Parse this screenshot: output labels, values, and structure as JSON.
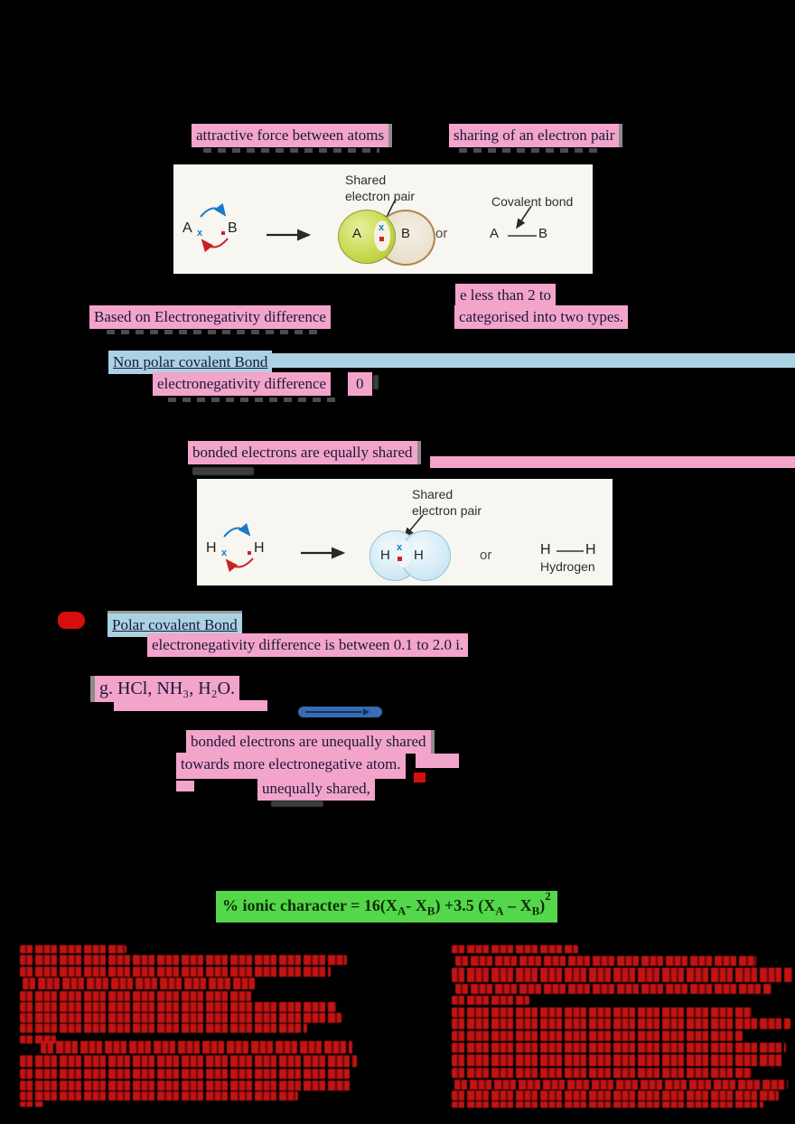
{
  "colors": {
    "pink": "#f3a4cb",
    "cyan": "#abd2e2",
    "green": "#55d74b",
    "redAccent": "#d60e0e",
    "scribble": "#c31313",
    "blueBar": "#3a6cb5",
    "ink": "#191938",
    "paper": "#f7f6f1"
  },
  "snippets": {
    "attractive": "attractive force between atoms",
    "sharing": "sharing of an electron pair",
    "less_than_2": "e less than 2 to",
    "based_on": "Based on Electronegativity difference",
    "categorised": "categorised into two types.",
    "nonpolar_heading": "Non polar covalent Bond",
    "en_difference": "electronegativity difference",
    "zero": "0",
    "equally_shared": "bonded electrons are equally shared",
    "polar_heading": "Polar covalent Bond",
    "polar_range": "electronegativity difference is between 0.1 to 2.0 i.",
    "examples": "g. HCl, NH₃, H₂O.",
    "unequally_shared": "bonded electrons are unequally shared",
    "towards_atom": "towards more electronegative atom.",
    "unequally_shared2": "unequally shared,"
  },
  "formula": {
    "parts": [
      {
        "t": "txt",
        "v": "% ionic character = 16(X"
      },
      {
        "t": "sub",
        "v": "A"
      },
      {
        "t": "txt",
        "v": "- X"
      },
      {
        "t": "sub",
        "v": "B"
      },
      {
        "t": "txt",
        "v": ") +3.5 (X"
      },
      {
        "t": "sub",
        "v": "A"
      },
      {
        "t": "txt",
        "v": " – X"
      },
      {
        "t": "sub",
        "v": "B"
      },
      {
        "t": "txt",
        "v": ")"
      },
      {
        "t": "sup",
        "v": "2"
      }
    ]
  },
  "diagram_generic": {
    "shared_l1": "Shared",
    "shared_l2": "electron pair",
    "or": "or"
  },
  "diagram1": {
    "atom_a": "A",
    "atom_b": "B",
    "x_mark": "x",
    "covalent_label": "Covalent bond"
  },
  "diagram2": {
    "atom": "H",
    "x_mark": "x",
    "molecule_name": "Hydrogen"
  },
  "red_notes": {
    "left_lines": [
      [
        22,
        1046,
        118,
        9
      ],
      [
        22,
        1057,
        362,
        11
      ],
      [
        22,
        1070,
        344,
        11
      ],
      [
        25,
        1082,
        260,
        13
      ],
      [
        22,
        1097,
        256,
        11
      ],
      [
        22,
        1109,
        350,
        11
      ],
      [
        22,
        1121,
        356,
        11
      ],
      [
        22,
        1133,
        318,
        10
      ],
      [
        22,
        1146,
        40,
        9
      ],
      [
        45,
        1152,
        345,
        14
      ],
      [
        22,
        1168,
        373,
        13
      ],
      [
        22,
        1183,
        368,
        11
      ],
      [
        22,
        1196,
        368,
        11
      ],
      [
        22,
        1208,
        308,
        10
      ],
      [
        22,
        1219,
        26,
        6
      ]
    ],
    "right_lines": [
      [
        500,
        1046,
        140,
        9
      ],
      [
        504,
        1058,
        333,
        11
      ],
      [
        500,
        1071,
        377,
        16
      ],
      [
        504,
        1089,
        350,
        11
      ],
      [
        500,
        1102,
        86,
        10
      ],
      [
        500,
        1115,
        332,
        11
      ],
      [
        500,
        1127,
        375,
        12
      ],
      [
        500,
        1141,
        322,
        11
      ],
      [
        500,
        1154,
        370,
        11
      ],
      [
        500,
        1167,
        368,
        13
      ],
      [
        500,
        1182,
        332,
        11
      ],
      [
        503,
        1195,
        369,
        11
      ],
      [
        500,
        1207,
        362,
        11
      ],
      [
        500,
        1219,
        345,
        7
      ]
    ]
  }
}
